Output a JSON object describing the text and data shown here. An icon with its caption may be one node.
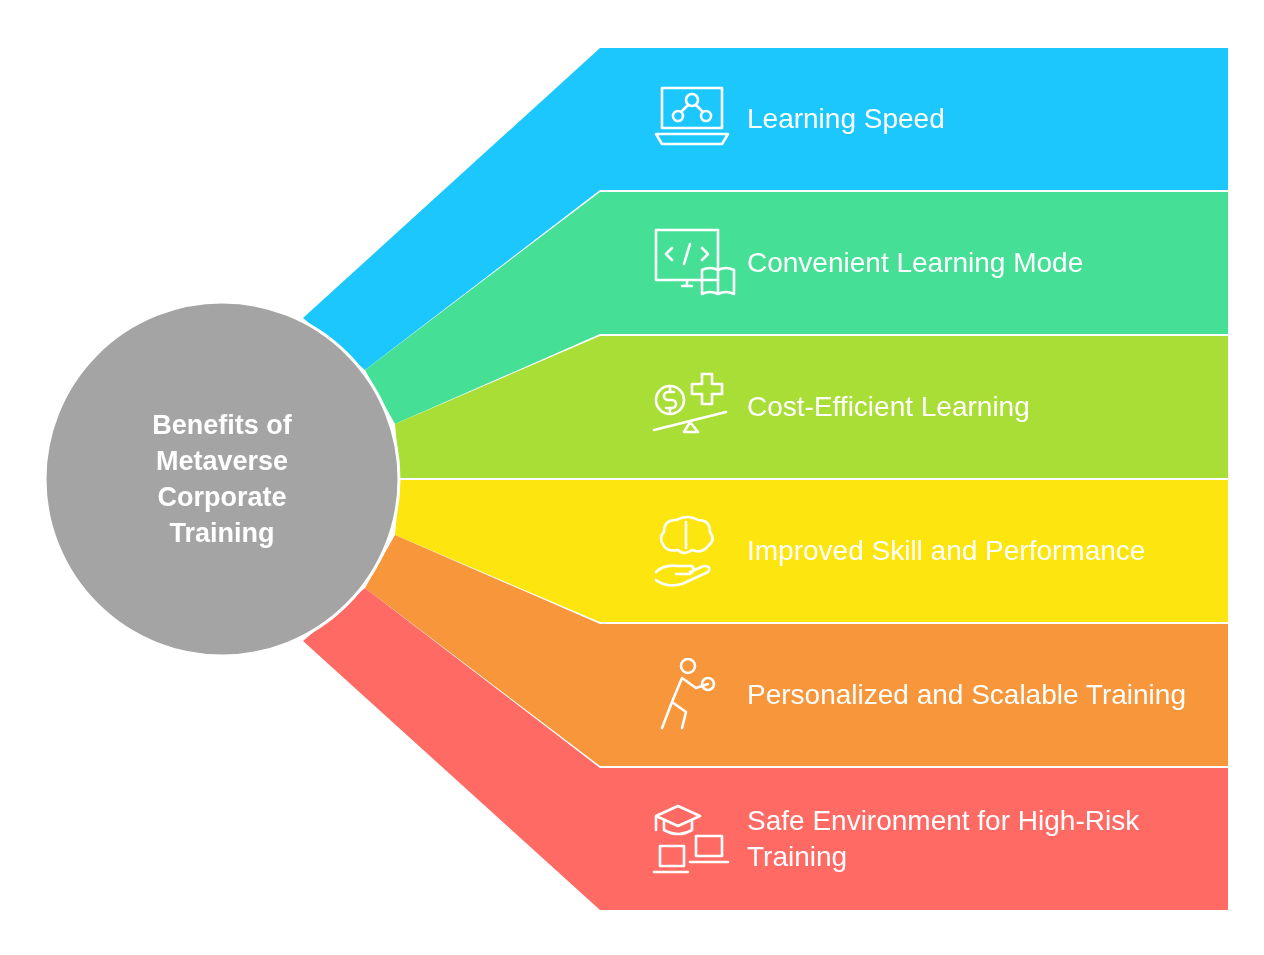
{
  "diagram": {
    "nodes": [
      {
        "text": [
          "Benefits of Metaverse Corporate Training"
        ]
      },
      {
        "text": [
          "Learning Speed"
        ]
      },
      {
        "text": [
          "Convenient Learning Mode"
        ]
      },
      {
        "text": [
          "Cost-Efficient Learning"
        ]
      },
      {
        "text": [
          "Improved Skill and Performance"
        ]
      },
      {
        "text": [
          "Personalized and Scalable Training"
        ]
      },
      {
        "text": [
          "Safe Environment for High-Risk Training"
        ]
      }
    ]
  }
}
